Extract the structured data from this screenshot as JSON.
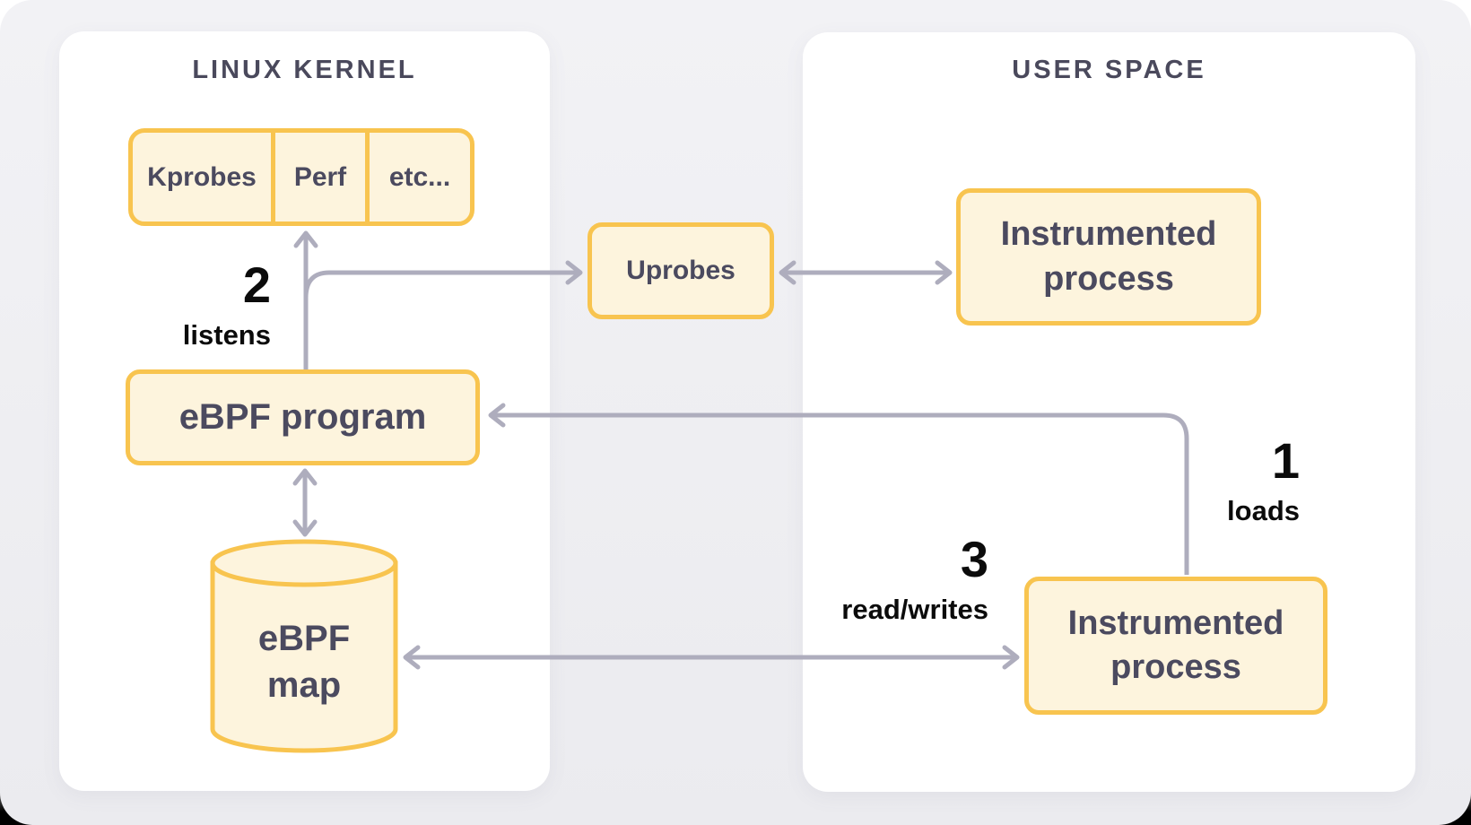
{
  "panels": {
    "kernel": {
      "title": "LINUX KERNEL"
    },
    "user": {
      "title": "USER SPACE"
    }
  },
  "nodes": {
    "probe_sources": {
      "segments": [
        "Kprobes",
        "Perf",
        "etc..."
      ]
    },
    "uprobes": {
      "label": "Uprobes"
    },
    "ebpf_program": {
      "label": "eBPF program"
    },
    "ebpf_map": {
      "label": "eBPF map"
    },
    "instrumented_process_top": {
      "label": "Instrumented process"
    },
    "instrumented_process_bottom": {
      "label": "Instrumented process"
    }
  },
  "annotations": {
    "loads": {
      "number": "1",
      "label": "loads"
    },
    "listens": {
      "number": "2",
      "label": "listens"
    },
    "read_writes": {
      "number": "3",
      "label": "read/writes"
    }
  },
  "colors": {
    "accent": "#f8c44f",
    "node_fill": "#fdf4dd",
    "node_text": "#4b4a5f",
    "heading_text": "#4a495c",
    "arrow": "#aeadbd",
    "step_text": "#0b0b0b",
    "card_bg": "#f1f1f4",
    "panel_bg": "#ffffff"
  }
}
